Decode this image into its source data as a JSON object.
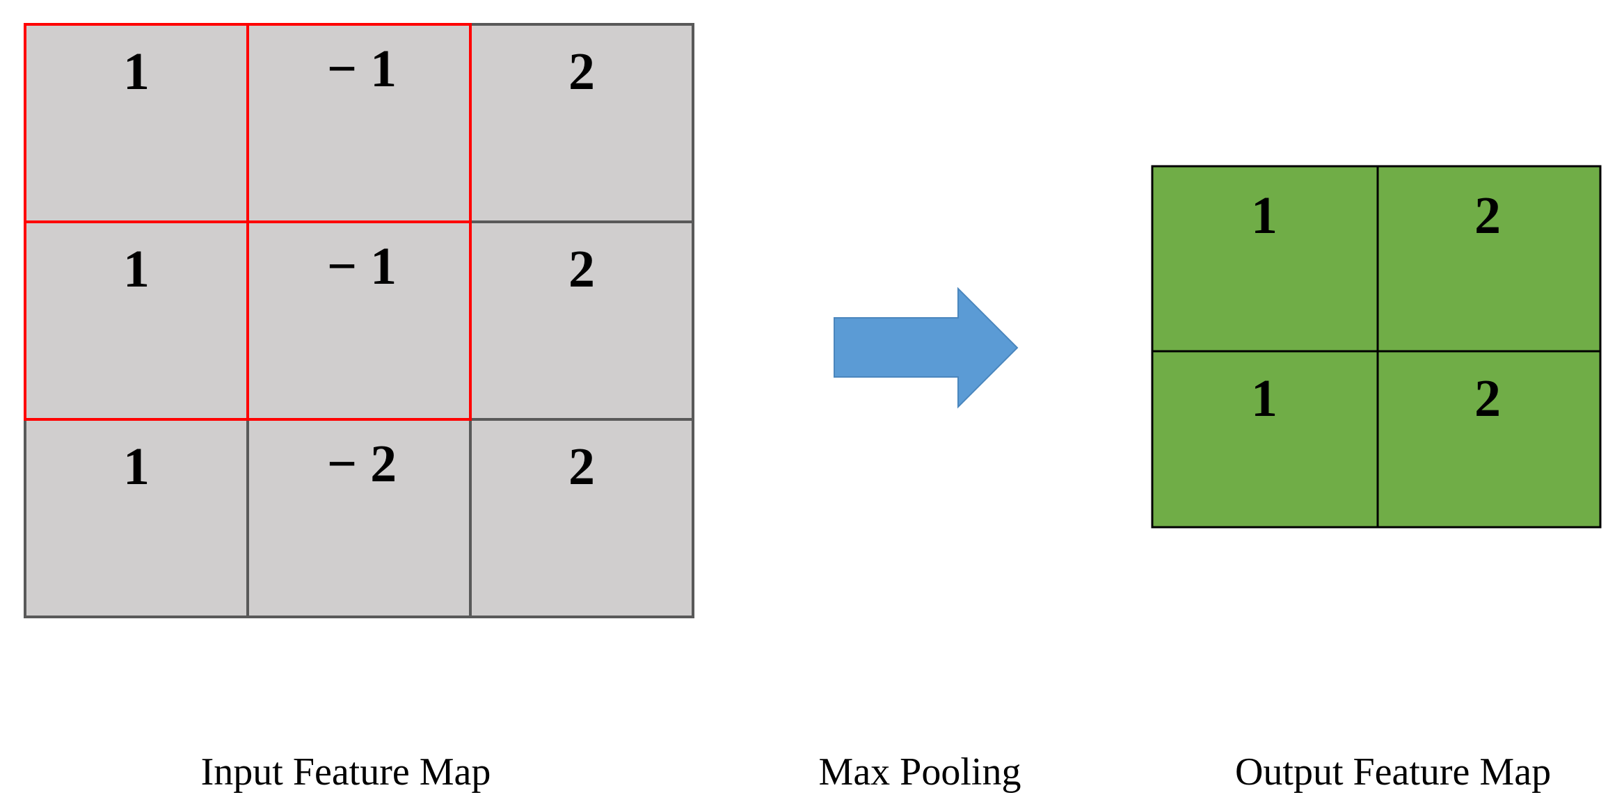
{
  "input_map": {
    "rows": [
      [
        "1",
        "− 1",
        "2"
      ],
      [
        "1",
        "− 1",
        "2"
      ],
      [
        "1",
        "− 2",
        "2"
      ]
    ],
    "caption": "Input Feature Map",
    "cell_color": "#d0cece",
    "grid_color": "#595959",
    "highlight_color": "#ff0000"
  },
  "operation": {
    "caption": "Max Pooling",
    "arrow_color": "#5b9bd5",
    "arrow_icon": "right-arrow-icon"
  },
  "output_map": {
    "rows": [
      [
        "1",
        "2"
      ],
      [
        "1",
        "2"
      ]
    ],
    "caption": "Output Feature Map",
    "cell_color": "#70ad47",
    "grid_color": "#000000"
  }
}
